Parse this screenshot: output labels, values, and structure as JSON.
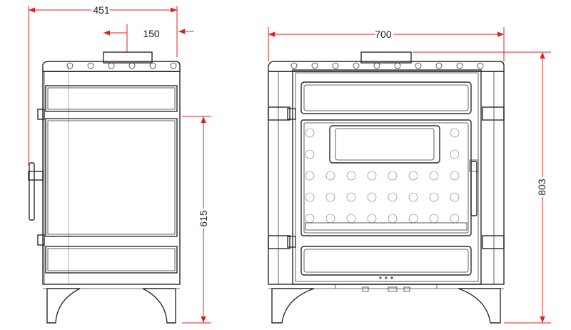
{
  "colors": {
    "outline": "#2a2a2a",
    "dimension_line": "#e02020",
    "background": "#ffffff"
  },
  "side_view": {
    "dimensions": {
      "depth_label": "451",
      "flue_label": "150",
      "height_label": "615"
    }
  },
  "front_view": {
    "dimensions": {
      "width_label": "700",
      "height_label": "803"
    }
  }
}
